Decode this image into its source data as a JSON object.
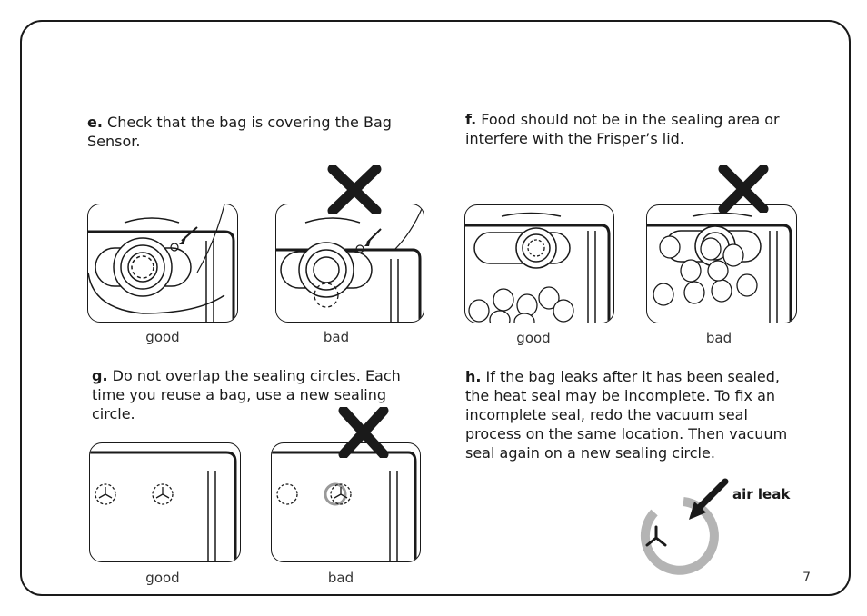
{
  "sections": {
    "e": {
      "letter": "e.",
      "text": " Check that the bag is covering the Bag Sensor."
    },
    "f": {
      "letter": "f.",
      "text": " Food should not be in the sealing area or interfere with the Frisper’s lid."
    },
    "g": {
      "letter": "g.",
      "text": " Do not overlap the sealing circles. Each time you reuse a bag, use a new sealing circle."
    },
    "h": {
      "letter": "h.",
      "text": " If the bag leaks after it has been sealed, the heat seal may be incomplete. To fix an incomplete seal, redo the vacuum seal process on the same location. Then vacuum seal again on a new sealing circle."
    }
  },
  "captions": {
    "good": "good",
    "bad": "bad"
  },
  "annotation": {
    "air_leak": "air leak"
  },
  "page_number": "7"
}
